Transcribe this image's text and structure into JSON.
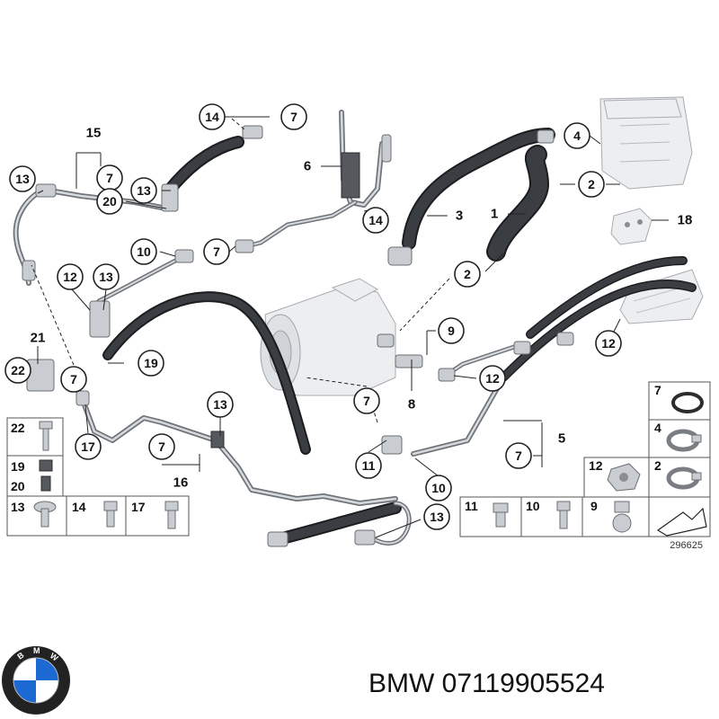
{
  "callouts": [
    "13",
    "15",
    "7",
    "14",
    "7",
    "13",
    "20",
    "10",
    "7",
    "6",
    "14",
    "4",
    "2",
    "3",
    "1",
    "18",
    "2",
    "12",
    "13",
    "21",
    "22",
    "7",
    "19",
    "9",
    "12",
    "12",
    "7",
    "8",
    "13",
    "17",
    "7",
    "16",
    "11",
    "10",
    "7",
    "5",
    "13"
  ],
  "parts_table_left": {
    "row1": [
      "22"
    ],
    "row2": [
      "19",
      "20"
    ],
    "row3": [
      "13",
      "14",
      "17"
    ]
  },
  "parts_table_right": {
    "col_a": [
      "7",
      "4",
      "2"
    ],
    "row_bottom": [
      "11",
      "10",
      "9"
    ],
    "extra": [
      "12"
    ]
  },
  "reference_number": "296625",
  "brand": {
    "text": "BMW 07119905524",
    "logo_letters": "BMW",
    "logo_colors": {
      "blue": "#1c69d4",
      "white": "#ffffff",
      "ring": "#222222"
    }
  }
}
